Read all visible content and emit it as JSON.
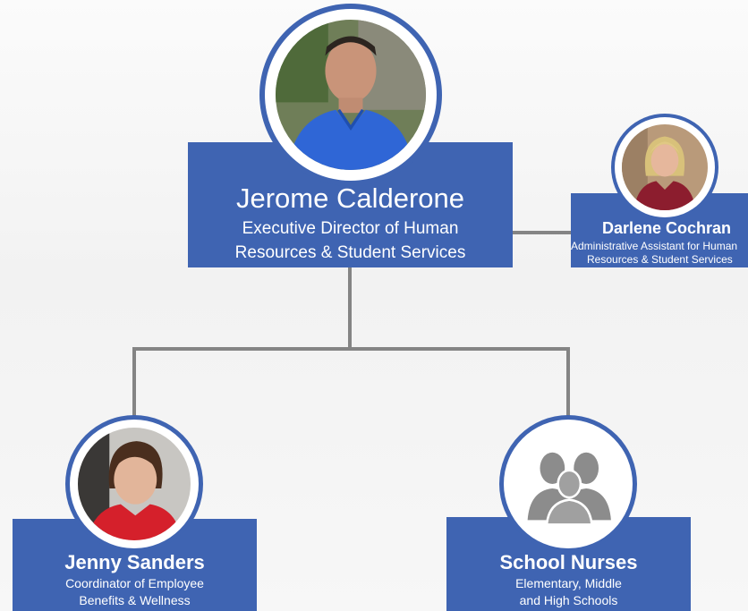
{
  "chart": {
    "top": {
      "name": "Jerome Calderone",
      "title_line1": "Executive Director of Human",
      "title_line2": "Resources & Student Services"
    },
    "assistant": {
      "name": "Darlene Cochran",
      "title_line1": "Administrative Assistant for Human",
      "title_line2": "Resources & Student Services"
    },
    "reports": [
      {
        "name": "Jenny Sanders",
        "title_line1": "Coordinator of Employee",
        "title_line2": "Benefits & Wellness"
      },
      {
        "name": "School Nurses",
        "title_line1": "Elementary, Middle",
        "title_line2": "and High Schools"
      }
    ]
  },
  "colors": {
    "card": "#3f64b2",
    "connector": "#848484",
    "ring_inner": "#ffffff"
  },
  "icons": {
    "group": "group-silhouette-icon"
  }
}
